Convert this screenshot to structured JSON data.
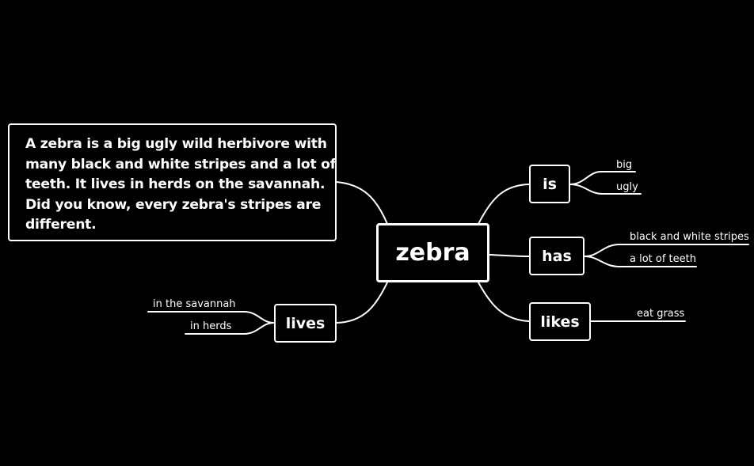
{
  "mindmap": {
    "root": {
      "label": "zebra"
    },
    "note": {
      "lines": [
        "A zebra is a big ugly wild herbivore with",
        "many black and white stripes and a lot of",
        "teeth. It lives in herds on the savannah.",
        "Did you know, every zebra's stripes are",
        "different."
      ]
    },
    "branches": {
      "is": {
        "label": "is",
        "children": [
          "big",
          "ugly"
        ]
      },
      "has": {
        "label": "has",
        "children": [
          "black and white stripes",
          "a lot of teeth"
        ]
      },
      "likes": {
        "label": "likes",
        "children": [
          "eat grass"
        ]
      },
      "lives": {
        "label": "lives",
        "children": [
          "in the savannah",
          "in herds"
        ]
      }
    }
  },
  "colors": {
    "background": "#000000",
    "foreground": "#ffffff"
  }
}
